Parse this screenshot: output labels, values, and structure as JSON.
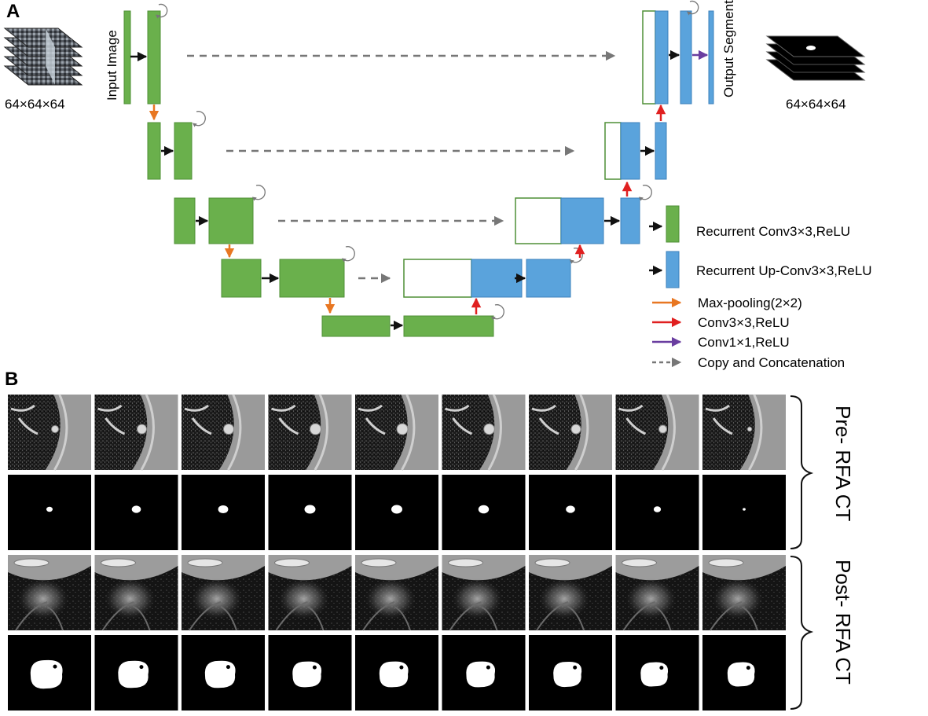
{
  "panel_a": {
    "label": "A",
    "input_label": "Input Image",
    "input_size": "64×64×64",
    "output_label": "Output Segmenti",
    "output_size": "64×64×64"
  },
  "legend": {
    "recurrent_conv": "Recurrent Conv3×3,ReLU",
    "recurrent_upconv": "Recurrent Up-Conv3×3,ReLU",
    "maxpool": "Max-pooling(2×2)",
    "conv3": "Conv3×3,ReLU",
    "conv1": "Conv1×1,ReLU",
    "copy": "Copy and Concatenation"
  },
  "colors": {
    "encoder": "#6ab04c",
    "decoder": "#5aa3dc",
    "maxpool_arrow": "#e87722",
    "conv_arrow": "#e02020",
    "conv1_arrow": "#6a3ea0",
    "copy_arrow": "#777777",
    "block_border_green": "#4f8f36",
    "block_border_blue": "#3c82bb"
  },
  "panel_b": {
    "label": "B",
    "pre_label": "Pre- RFA CT",
    "post_label": "Post- RFA CT",
    "columns": 9,
    "pre_mask_size": [
      0.5,
      0.8,
      0.9,
      1.0,
      1.0,
      0.95,
      0.8,
      0.6,
      0.15
    ],
    "post_mask_size": [
      1.0,
      0.95,
      0.95,
      0.9,
      0.9,
      0.9,
      0.88,
      0.85,
      0.85
    ]
  }
}
